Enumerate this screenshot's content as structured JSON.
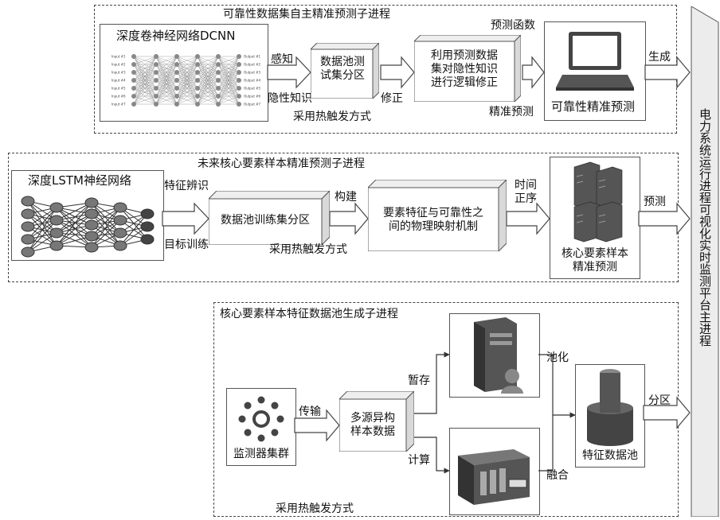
{
  "side_label": "电力系统运行进程可视化实时监测平台主进程",
  "sections": {
    "reliable": {
      "title": "可靠性数据集自主精准预测子进程",
      "dcnn_title": "深度卷神经网络DCNN",
      "arrow_top": "感知",
      "arrow_bottom": "隐性知识",
      "box1": "数据池测\n试集分区",
      "arrow2_bottom": "修正",
      "trigger": "采用热触发方式",
      "box2": "利用预测数据\n集对隐性知识\n进行逻辑修正",
      "top_right_label": "预测函数",
      "bottom_right_label": "精准预测",
      "laptop_label": "可靠性精准预测",
      "out_label": "生成",
      "nn_inputs": [
        "Input #1",
        "Input #2",
        "Input #3",
        "Input #4",
        "Input #5",
        "Input #6",
        "Input #7"
      ],
      "nn_outputs": [
        "Output #1",
        "Output #2",
        "Output #3",
        "Output #4",
        "Output #5",
        "Output #6",
        "Output #7"
      ]
    },
    "future": {
      "title": "未来核心要素样本精准预测子进程",
      "lstm_title": "深度LSTM神经网络",
      "arrow_top": "特征辨识",
      "arrow_bottom": "目标训练",
      "box1": "数据池训练集分区",
      "arrow2_top": "构建",
      "trigger": "采用热触发方式",
      "box2": "要素特征与可靠性之\n间的物理映射机制",
      "arrow3_top": "时间\n正序",
      "server_label": "核心要素样本\n精准预测",
      "out_label": "预测"
    },
    "pool": {
      "title": "核心要素样本特征数据池生成子进程",
      "monitor_label": "监测器集群",
      "arrow1_top": "传输",
      "box1": "多源异构\n样本数据",
      "upper_branch": "暂存",
      "lower_branch": "计算",
      "right_upper": "池化",
      "right_lower": "融合",
      "pool_label": "特征数据池",
      "out_label": "分区",
      "trigger": "采用热触发方式"
    }
  },
  "colors": {
    "box_fill": "#ffffff",
    "box_side": "#d9d9d9",
    "box_top": "#eeeeee",
    "line": "#333333",
    "dark": "#444444"
  }
}
